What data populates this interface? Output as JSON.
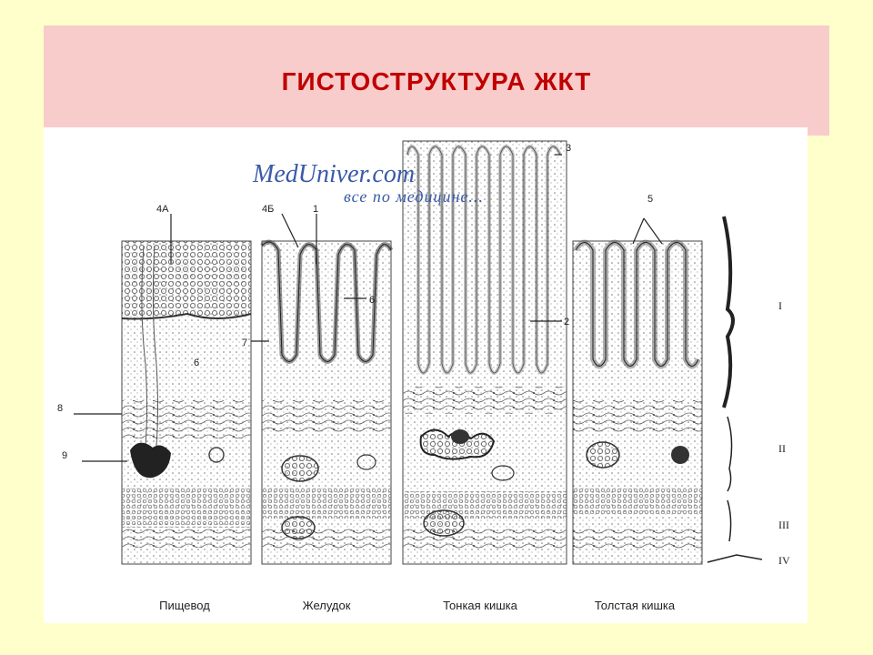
{
  "title": "ГИСТОСТРУКТУРА  ЖКТ",
  "watermark": {
    "brand": "MedUniver.com",
    "tagline": "все по медицине..."
  },
  "figure": {
    "captions": [
      "Пищевод",
      "Желудок",
      "Тонкая кишка",
      "Толстая кишка"
    ],
    "labels": {
      "l4a": "4А",
      "l4b": "4Б",
      "l1": "1",
      "l3": "3",
      "l5": "5",
      "l6a": "6",
      "l6b": "6",
      "l7": "7",
      "l2": "2",
      "l8": "8",
      "l9": "9"
    },
    "layers": [
      "I",
      "II",
      "III",
      "IV"
    ]
  },
  "colors": {
    "header_bg": "#f9cccc",
    "title": "#c00000",
    "page_bg": "#ffffcc",
    "watermark": "#3a5aa8"
  }
}
